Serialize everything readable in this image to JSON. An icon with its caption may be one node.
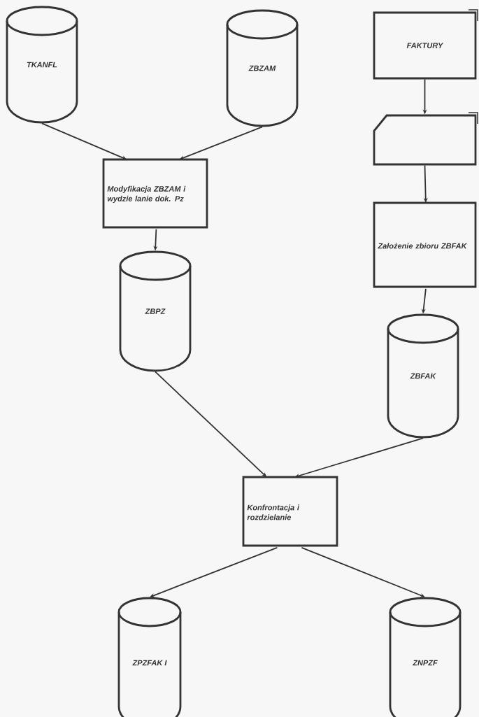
{
  "diagram": {
    "nodes": [
      {
        "text": [
          "TKANFL"
        ]
      },
      {
        "text": [
          "ZBZAM"
        ]
      },
      {
        "text": [
          "Modyfikacja ZBZAM i wydzie lanie dok. Pz"
        ]
      },
      {
        "text": [
          "FAKTURY"
        ]
      },
      {
        "text": [],
        "shape": "card"
      },
      {
        "text": [
          "Założenie zbioru ZBFAK"
        ]
      },
      {
        "text": [
          "ZBPZ"
        ]
      },
      {
        "text": [
          "ZBFAK"
        ]
      },
      {
        "text": [
          "Konfrontacja i rozdzielanie"
        ]
      },
      {
        "text": [
          "ZPZFAK I"
        ]
      },
      {
        "text": [
          "ZNPZF"
        ]
      }
    ],
    "edges": [
      {
        "from": 0,
        "to": 2,
        "arrow": "to"
      },
      {
        "from": 1,
        "to": 2,
        "arrow": "to"
      },
      {
        "from": 3,
        "to": 4,
        "arrow": "to"
      },
      {
        "from": 4,
        "to": 5,
        "arrow": "to"
      },
      {
        "from": 2,
        "to": 6,
        "arrow": "to"
      },
      {
        "from": 5,
        "to": 7,
        "arrow": "to"
      },
      {
        "from": 6,
        "to": 8,
        "arrow": "to"
      },
      {
        "from": 7,
        "to": 8,
        "arrow": "to"
      },
      {
        "from": 8,
        "to": 9,
        "arrow": "to"
      },
      {
        "from": 8,
        "to": 10,
        "arrow": "to"
      }
    ]
  }
}
